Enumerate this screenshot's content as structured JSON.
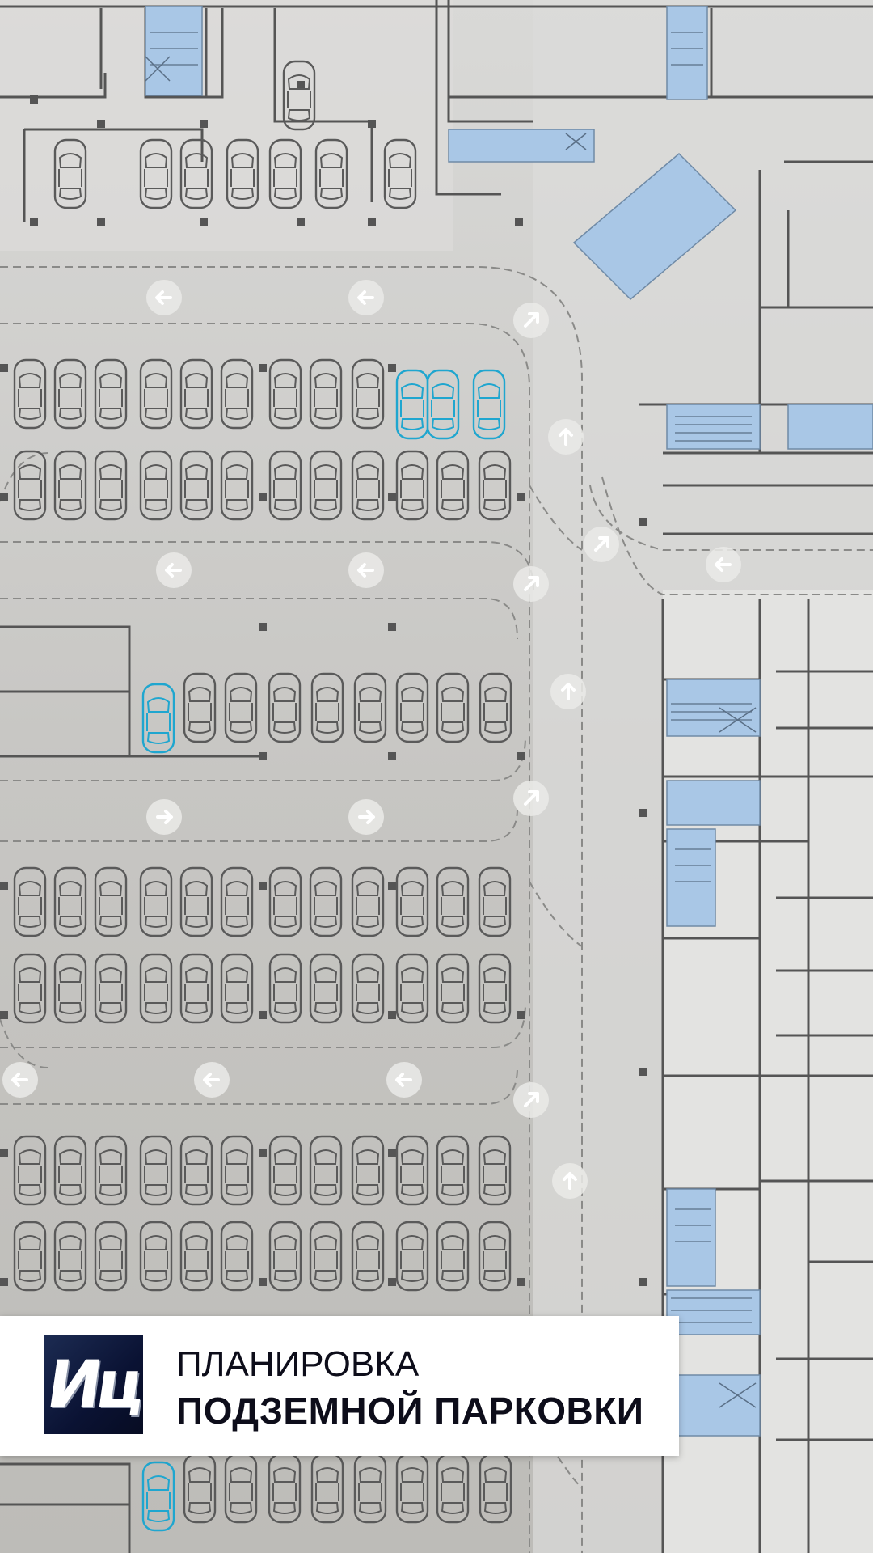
{
  "banner": {
    "logo_text": "Иц",
    "title_line1": "ПЛАНИРОВКА",
    "title_line2": "ПОДЗЕМНОЙ ПАРКОВКИ"
  },
  "colors": {
    "floor": "#d2d2d0",
    "ramp": "#bdbcb9",
    "wall": "#555555",
    "stair_blue": "#a9c7e6",
    "highlight_car": "#1fa6cf",
    "car_outline": "#5a5a5a"
  },
  "icons": [
    "arrow-left-icon",
    "arrow-right-icon",
    "arrow-up-icon",
    "arrow-diagonal-icon",
    "car-icon",
    "stairs-icon",
    "elevator-icon"
  ]
}
